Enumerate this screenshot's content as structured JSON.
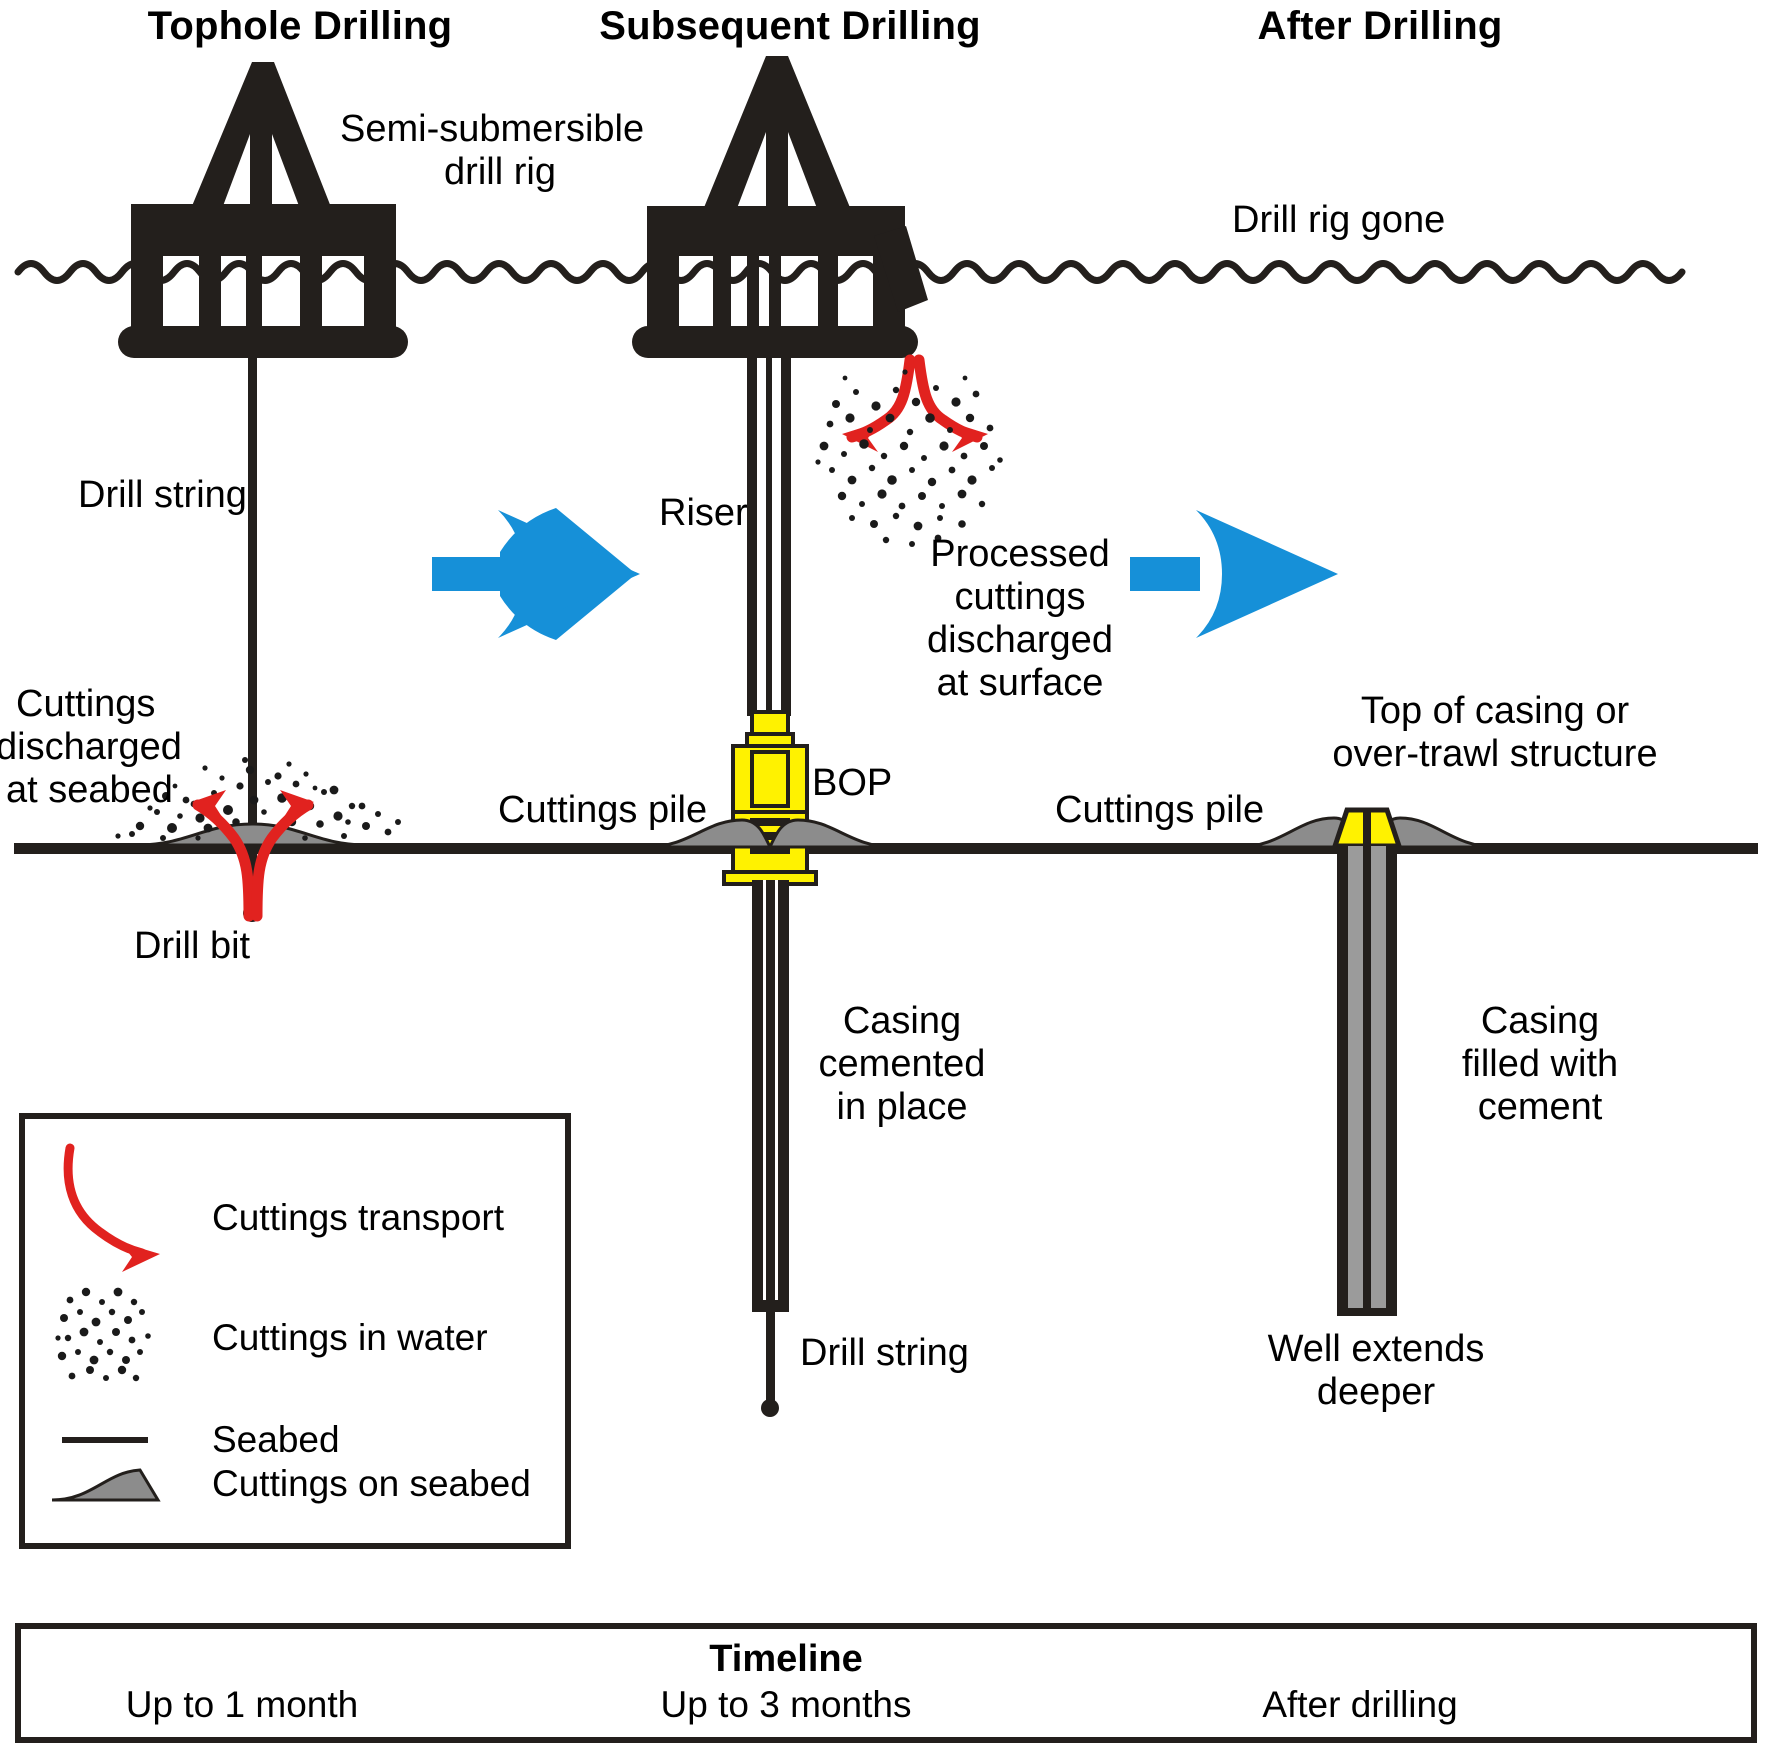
{
  "figure": {
    "kind": "offshore-drilling-process-diagram",
    "background": "#ffffff"
  },
  "colors": {
    "ink": "#231f1c",
    "red": "#e1221f",
    "blue": "#1690d8",
    "yellow": "#fff200",
    "grey_pile": "#8c8c8c",
    "grey_casing": "#9b9b9b",
    "white": "#ffffff"
  },
  "panels": [
    {
      "id": "tophole",
      "title": "Tophole Drilling"
    },
    {
      "id": "subsequent",
      "title": "Subsequent Drilling"
    },
    {
      "id": "after",
      "title": "After Drilling"
    }
  ],
  "labels": {
    "semi_submersible": "Semi-submersible\ndrill rig",
    "semi_submersible_l1": "Semi-submersible",
    "semi_submersible_l2": "drill rig",
    "drill_string_left": "Drill string",
    "cuttings_discharged_seabed_l1": "Cuttings",
    "cuttings_discharged_seabed_l2": "discharged",
    "cuttings_discharged_seabed_l3": "at seabed",
    "drill_bit": "Drill bit",
    "riser": "Riser",
    "processed_l1": "Processed",
    "processed_l2": "cuttings",
    "processed_l3": "discharged",
    "processed_l4": "at surface",
    "bop": "BOP",
    "cuttings_pile_mid": "Cuttings pile",
    "casing_cemented_l1": "Casing",
    "casing_cemented_l2": "cemented",
    "casing_cemented_l3": "in place",
    "drill_string_mid": "Drill string",
    "drill_rig_gone": "Drill rig gone",
    "top_of_casing_l1": "Top of casing or",
    "top_of_casing_l2": "over-trawl structure",
    "cuttings_pile_right": "Cuttings pile",
    "casing_filled_l1": "Casing",
    "casing_filled_l2": "filled with",
    "casing_filled_l3": "cement",
    "well_extends_l1": "Well extends",
    "well_extends_l2": "deeper"
  },
  "legend": {
    "items": [
      {
        "key": "cuttings-transport",
        "label": "Cuttings transport",
        "symbol": "red-curved-arrow"
      },
      {
        "key": "cuttings-in-water",
        "label": "Cuttings in water",
        "symbol": "stipple-cloud"
      },
      {
        "key": "seabed",
        "label": "Seabed",
        "symbol": "horizontal-line"
      },
      {
        "key": "cuttings-on-seabed",
        "label": "Cuttings on seabed",
        "symbol": "grey-mound"
      }
    ]
  },
  "timeline": {
    "title": "Timeline",
    "entries": [
      {
        "panel": "tophole",
        "text": "Up to 1 month"
      },
      {
        "panel": "subsequent",
        "text": "Up to 3 months"
      },
      {
        "panel": "after",
        "text": "After drilling"
      }
    ]
  },
  "flow_arrows": [
    {
      "from": "tophole",
      "to": "subsequent",
      "color": "#1690d8"
    },
    {
      "from": "subsequent",
      "to": "after",
      "color": "#1690d8"
    }
  ]
}
